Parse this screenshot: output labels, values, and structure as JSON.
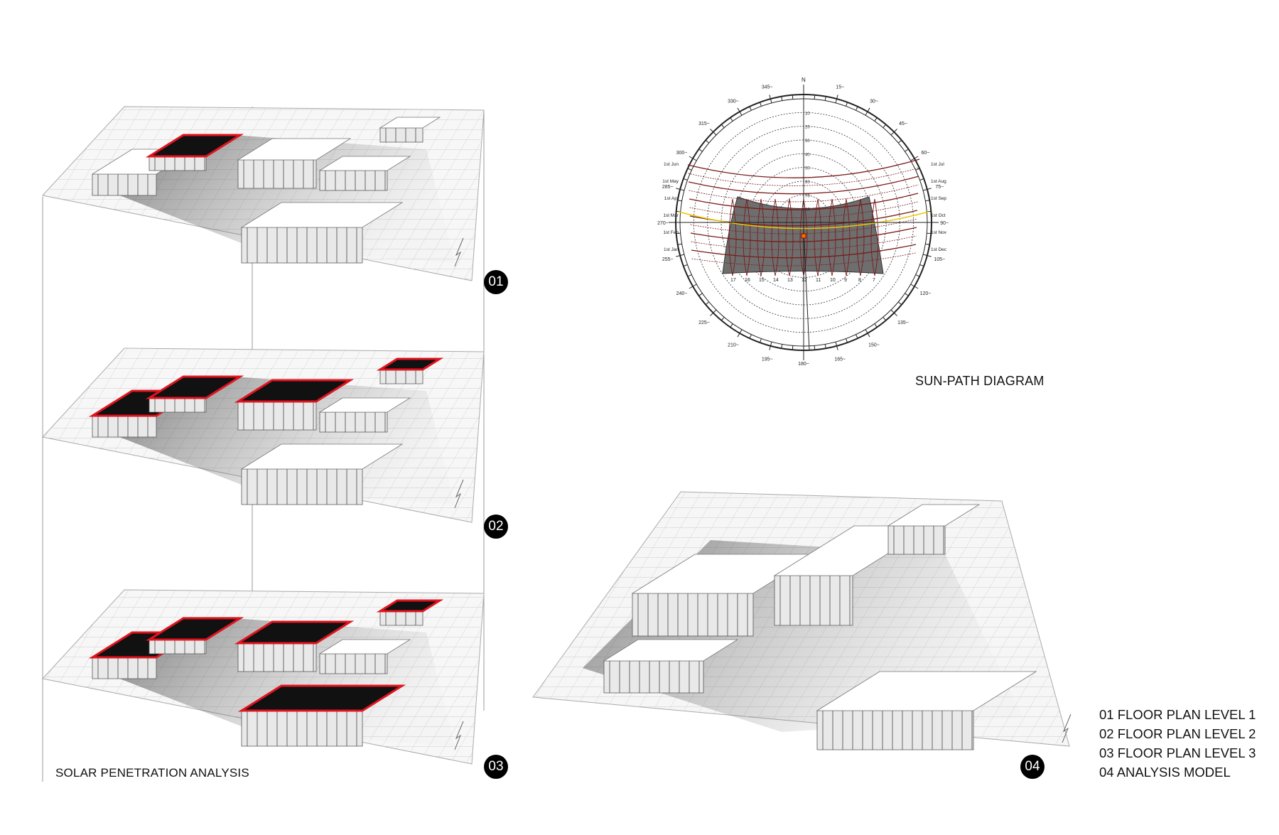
{
  "captions": {
    "solar_analysis": "SOLAR PENETRATION ANALYSIS",
    "sun_path": "SUN-PATH DIAGRAM"
  },
  "badges": [
    "01",
    "02",
    "03",
    "04"
  ],
  "legend": [
    "01 FLOOR PLAN LEVEL 1",
    "02 FLOOR PLAN LEVEL 2",
    "03 FLOOR PLAN LEVEL 3",
    "04 ANALYSIS MODEL"
  ],
  "sun_path": {
    "north_label": "N",
    "azimuth_labels": [
      "15",
      "30",
      "45",
      "60",
      "75",
      "90",
      "105",
      "120",
      "135",
      "150",
      "165",
      "180",
      "195",
      "210",
      "225",
      "240",
      "255",
      "270",
      "285",
      "300",
      "315",
      "330",
      "345"
    ],
    "altitude_labels": [
      "10",
      "20",
      "30",
      "40",
      "50",
      "60",
      "70",
      "80"
    ],
    "date_labels_left": [
      "1st Jun",
      "1st May",
      "1st Apr",
      "1st Mar",
      "1st Feb",
      "1st Jan"
    ],
    "date_labels_right": [
      "1st Jul",
      "1st Aug",
      "1st Sep",
      "1st Oct",
      "1st Nov",
      "1st Dec"
    ],
    "hour_labels": [
      "17",
      "16",
      "15",
      "14",
      "13",
      "12",
      "11",
      "10",
      "9",
      "8",
      "7"
    ],
    "colors": {
      "path": "#7a1a1a",
      "equinox": "#e8c800",
      "shade": "#6e6e6e"
    }
  },
  "colors": {
    "highlight": "#e0141e",
    "badge": "#000000"
  }
}
